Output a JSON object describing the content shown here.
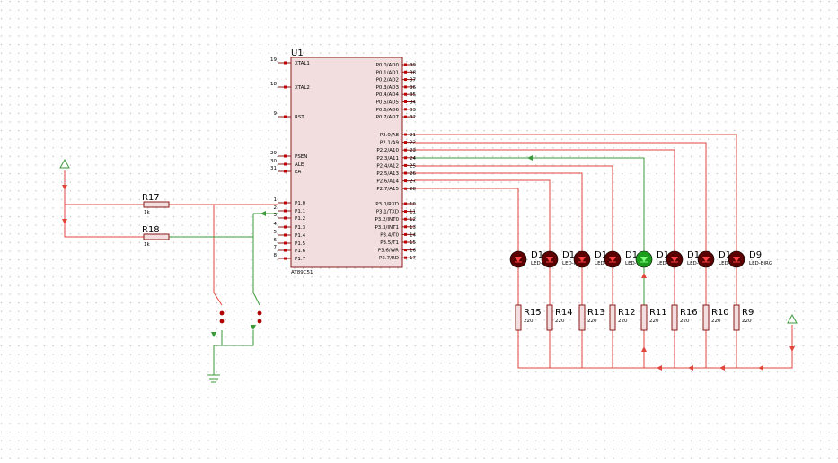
{
  "colors": {
    "wire_high": "#e0463c",
    "wire_low": "#3a9a3a",
    "led_off": "#5a0000",
    "led_on": "#1c9e1c",
    "chip_fill": "#f2dede",
    "chip_border": "#8b1a1a",
    "grid_dot": "#b0b0b0"
  },
  "mcu": {
    "refdes": "U1",
    "part": "AT89C51",
    "left_pins": [
      {
        "num": "19",
        "name": "XTAL1"
      },
      {
        "num": "18",
        "name": "XTAL2"
      },
      {
        "num": "9",
        "name": "RST"
      },
      {
        "num": "29",
        "name": "PSEN"
      },
      {
        "num": "30",
        "name": "ALE"
      },
      {
        "num": "31",
        "name": "EA"
      },
      {
        "num": "1",
        "name": "P1.0"
      },
      {
        "num": "2",
        "name": "P1.1"
      },
      {
        "num": "3",
        "name": "P1.2"
      },
      {
        "num": "4",
        "name": "P1.3"
      },
      {
        "num": "5",
        "name": "P1.4"
      },
      {
        "num": "6",
        "name": "P1.5"
      },
      {
        "num": "7",
        "name": "P1.6"
      },
      {
        "num": "8",
        "name": "P1.7"
      }
    ],
    "right_pins": [
      {
        "num": "39",
        "name": "P0.0/AD0"
      },
      {
        "num": "38",
        "name": "P0.1/AD1"
      },
      {
        "num": "37",
        "name": "P0.2/AD2"
      },
      {
        "num": "36",
        "name": "P0.3/AD3"
      },
      {
        "num": "35",
        "name": "P0.4/AD4"
      },
      {
        "num": "34",
        "name": "P0.5/AD5"
      },
      {
        "num": "33",
        "name": "P0.6/AD6"
      },
      {
        "num": "32",
        "name": "P0.7/AD7"
      },
      {
        "num": "21",
        "name": "P2.0/A8"
      },
      {
        "num": "22",
        "name": "P2.1/A9"
      },
      {
        "num": "23",
        "name": "P2.2/A10"
      },
      {
        "num": "24",
        "name": "P2.3/A11"
      },
      {
        "num": "25",
        "name": "P2.4/A12"
      },
      {
        "num": "26",
        "name": "P2.5/A13"
      },
      {
        "num": "27",
        "name": "P2.6/A14"
      },
      {
        "num": "28",
        "name": "P2.7/A15"
      },
      {
        "num": "10",
        "name": "P3.0/RXD"
      },
      {
        "num": "11",
        "name": "P3.1/TXD"
      },
      {
        "num": "12",
        "name": "P3.2/INT0"
      },
      {
        "num": "13",
        "name": "P3.3/INT1"
      },
      {
        "num": "14",
        "name": "P3.4/T0"
      },
      {
        "num": "15",
        "name": "P3.5/T1"
      },
      {
        "num": "16",
        "name": "P3.6/WR"
      },
      {
        "num": "17",
        "name": "P3.7/RD"
      }
    ]
  },
  "pullups": [
    {
      "refdes": "R17",
      "value": "1k"
    },
    {
      "refdes": "R18",
      "value": "1k"
    }
  ],
  "leds": [
    {
      "refdes": "D1",
      "value": "LED-RED",
      "lit": false
    },
    {
      "refdes": "D1",
      "value": "LED-RED",
      "lit": false
    },
    {
      "refdes": "D1",
      "value": "LED-RED",
      "lit": false
    },
    {
      "refdes": "D1",
      "value": "LED-RED",
      "lit": false
    },
    {
      "refdes": "D1",
      "value": "LED-RED",
      "lit": true
    },
    {
      "refdes": "D1",
      "value": "LED-RED",
      "lit": false
    },
    {
      "refdes": "D1",
      "value": "LED-RED",
      "lit": false
    },
    {
      "refdes": "D9",
      "value": "LED-BIRG",
      "lit": false
    }
  ],
  "led_resistors": [
    {
      "refdes": "R15",
      "value": "220"
    },
    {
      "refdes": "R14",
      "value": "220"
    },
    {
      "refdes": "R13",
      "value": "220"
    },
    {
      "refdes": "R12",
      "value": "220"
    },
    {
      "refdes": "R11",
      "value": "220"
    },
    {
      "refdes": "R16",
      "value": "220"
    },
    {
      "refdes": "R10",
      "value": "220"
    },
    {
      "refdes": "R9",
      "value": "220"
    }
  ]
}
